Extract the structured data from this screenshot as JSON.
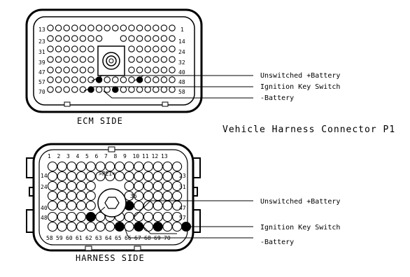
{
  "title": "Vehicle Harness Connector P1",
  "ecm": {
    "side_label": "ECM SIDE",
    "pin_labels": [
      "13",
      "1",
      "23",
      "14",
      "31",
      "24",
      "39",
      "32",
      "47",
      "40",
      "57",
      "48",
      "70",
      "58"
    ],
    "wires": [
      "Unswitched +Battery",
      "Ignition Key Switch",
      "-Battery"
    ]
  },
  "harness": {
    "side_label": "HARNESS SIDE",
    "top_labels": [
      "1",
      "2",
      "3",
      "4",
      "5",
      "6",
      "7",
      "8",
      "9",
      "10",
      "11",
      "12",
      "13"
    ],
    "bottom_labels": [
      "58",
      "59",
      "60",
      "61",
      "62",
      "63",
      "64",
      "65",
      "66",
      "67",
      "68",
      "69",
      "70"
    ],
    "left_labels": [
      "14",
      "24",
      "40",
      "48"
    ],
    "right_labels": [
      "23",
      "31",
      "47",
      "57"
    ],
    "center_labels": [
      ">PEI<",
      "36"
    ],
    "wires": [
      "Unswitched +Battery",
      "Ignition Key Switch",
      "-Battery"
    ]
  }
}
